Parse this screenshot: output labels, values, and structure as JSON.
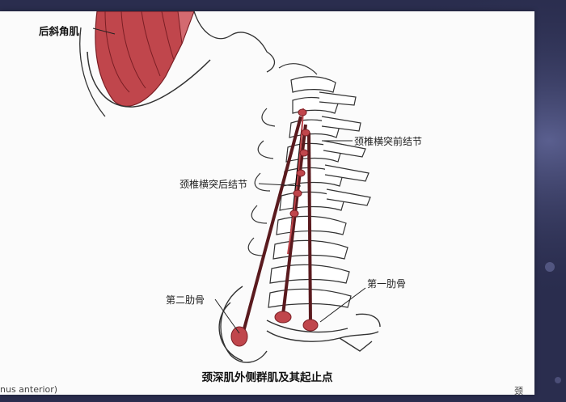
{
  "figure": {
    "labels": {
      "posterior_scalene": "后斜角肌",
      "anterior_tubercle": "颈椎横突前结节",
      "posterior_tubercle": "颈椎横突后结节",
      "second_rib": "第二肋骨",
      "first_rib": "第一肋骨"
    },
    "caption": "颈深肌外侧群肌及其起止点",
    "cut_text_left": "nus anterior)",
    "cut_text_right": "颈"
  },
  "colors": {
    "slide_background": "#fbfbfb",
    "backdrop": "#2a2d4e",
    "muscle": "#c0464c",
    "muscle_dark": "#7a1e24",
    "bone_outline": "#333333"
  }
}
